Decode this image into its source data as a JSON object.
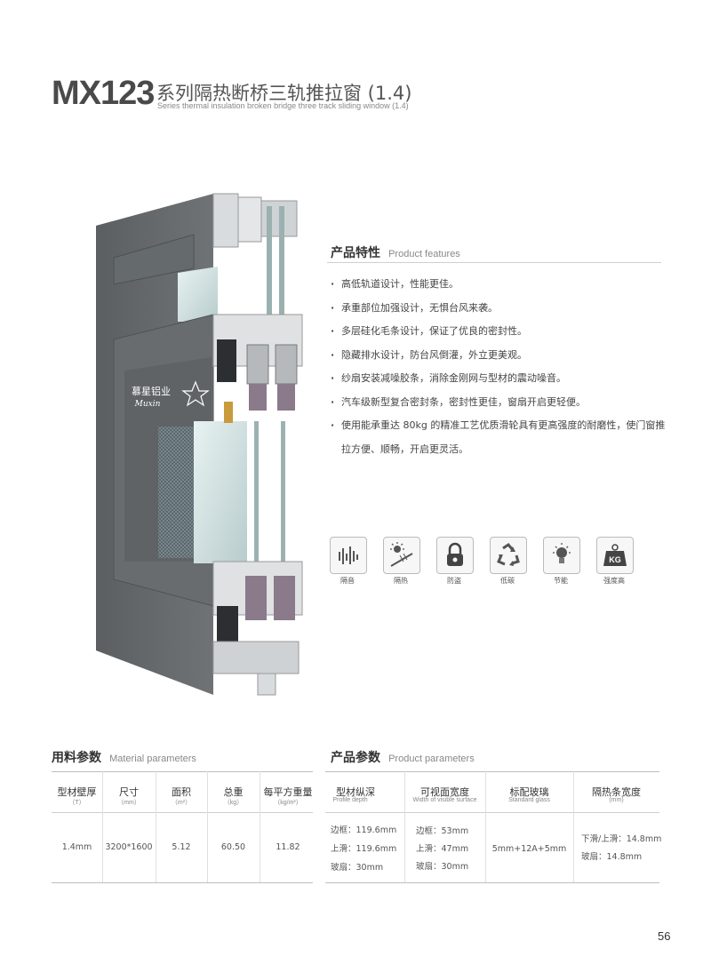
{
  "header": {
    "model": "MX123",
    "title_cn": "系列隔热断桥三轨推拉窗 (1.4)",
    "title_en": "Series thermal insulation broken bridge three track sliding window (1.4)"
  },
  "product_image": {
    "brand_cn": "慕星铝业",
    "brand_en": "Muxin"
  },
  "features": {
    "title_cn": "产品特性",
    "title_en": "Product features",
    "items": [
      "高低轨道设计，性能更佳。",
      "承重部位加强设计，无惧台风来袭。",
      "多层硅化毛条设计，保证了优良的密封性。",
      "隐藏排水设计，防台风倒灌，外立更美观。",
      "纱扇安装减噪胶条，消除金刚网与型材的震动噪音。",
      "汽车级新型复合密封条，密封性更佳，窗扇开启更轻便。",
      "使用能承重达 80kg 的精准工艺优质滑轮具有更高强度的耐磨性，使门窗推拉方便、顺畅，开启更灵活。"
    ]
  },
  "icons": [
    {
      "name": "soundproof-icon",
      "label": "隔音"
    },
    {
      "name": "heat-insulation-icon",
      "label": "隔热"
    },
    {
      "name": "anti-theft-icon",
      "label": "防盗"
    },
    {
      "name": "low-carbon-icon",
      "label": "低碳"
    },
    {
      "name": "energy-saving-icon",
      "label": "节能"
    },
    {
      "name": "high-strength-icon",
      "label": "强度高",
      "glyph": "KG"
    }
  ],
  "material": {
    "title_cn": "用料参数",
    "title_en": "Material parameters",
    "headers": [
      {
        "cn": "型材壁厚",
        "sub": "（T）"
      },
      {
        "cn": "尺寸",
        "sub": "（mm）"
      },
      {
        "cn": "面积",
        "sub": "（m²）"
      },
      {
        "cn": "总重",
        "sub": "（kg）"
      },
      {
        "cn": "每平方重量",
        "sub": "（kg/m²）"
      }
    ],
    "row": [
      "1.4mm",
      "3200*1600",
      "5.12",
      "60.50",
      "11.82"
    ]
  },
  "product_params": {
    "title_cn": "产品参数",
    "title_en": "Product parameters",
    "headers": [
      {
        "cn": "型材纵深",
        "sub": "Profile depth"
      },
      {
        "cn": "可视面宽度",
        "sub": "Width of visible surface"
      },
      {
        "cn": "标配玻璃",
        "sub": "Standard glass"
      },
      {
        "cn": "隔热条宽度",
        "sub": "(mm)"
      }
    ],
    "col1": [
      "边框：119.6mm",
      "上滑：119.6mm",
      "玻扇：30mm"
    ],
    "col2": [
      "边框：53mm",
      "上滑：47mm",
      "玻扇：30mm"
    ],
    "col3": "5mm+12A+5mm",
    "col4": [
      "下滑/上滑：14.8mm",
      "玻扇：14.8mm"
    ]
  },
  "page_number": "56"
}
